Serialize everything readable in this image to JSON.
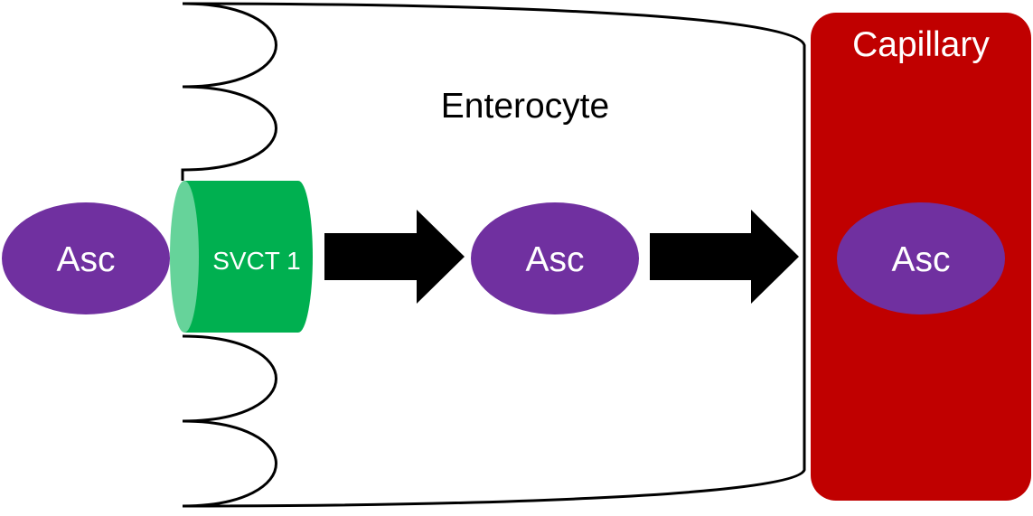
{
  "diagram": {
    "enterocyte_label": "Enterocyte",
    "capillary_label": "Capillary",
    "transporter_label": "SVCT 1",
    "molecules": {
      "lumen": "Asc",
      "cytoplasm": "Asc",
      "blood": "Asc"
    }
  },
  "colors": {
    "molecule": "#7030a0",
    "capillary": "#c00000",
    "transporter_body": "#00b050",
    "transporter_face": "#66d39a",
    "arrow": "#000000",
    "membrane": "#000000"
  }
}
